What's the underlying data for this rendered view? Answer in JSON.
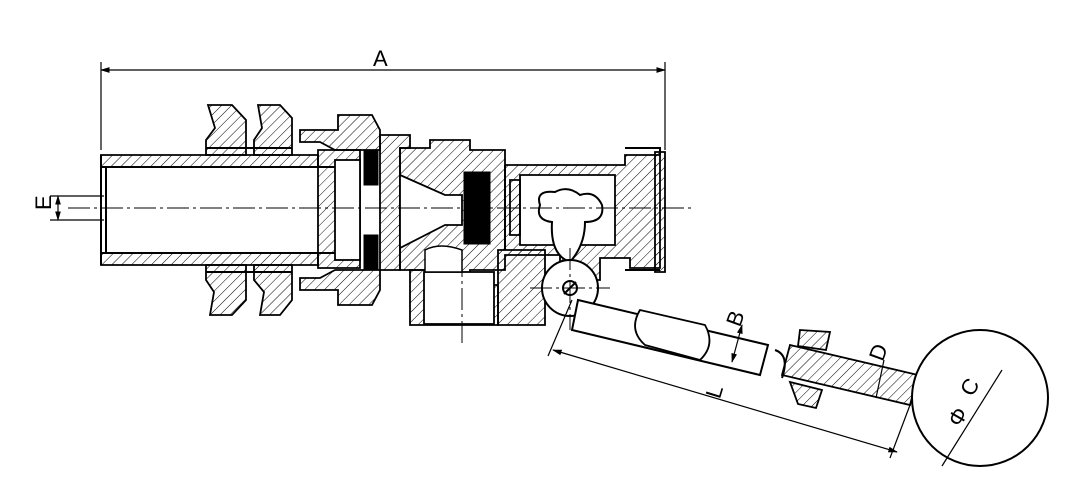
{
  "labels": {
    "a": "A",
    "b": "B",
    "c": "C",
    "d": "D",
    "e": "E",
    "l": "L",
    "phi": "Φ"
  }
}
